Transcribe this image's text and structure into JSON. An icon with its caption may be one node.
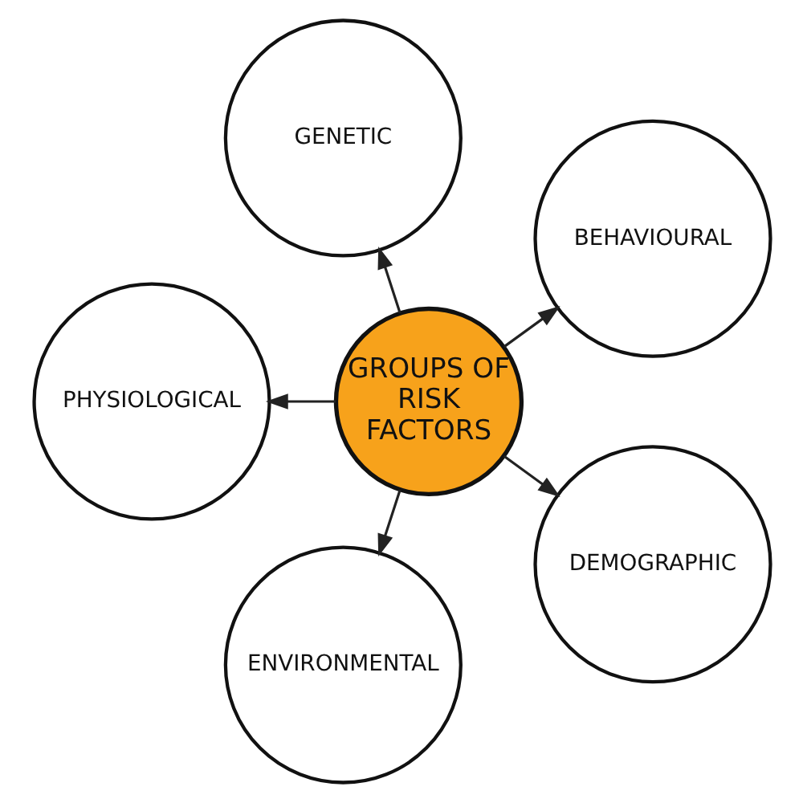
{
  "diagram": {
    "nodes": [
      {
        "text": [
          "GROUPS OF RISK FACTORS"
        ]
      },
      {
        "text": [
          "BEHAVIOURAL"
        ]
      },
      {
        "text": [
          "GENETIC"
        ]
      },
      {
        "text": [
          "PHYSIOLOGICAL"
        ]
      },
      {
        "text": [
          "ENVIRONMENTAL"
        ]
      },
      {
        "text": [
          "DEMOGRAPHIC"
        ]
      }
    ],
    "edges": [
      {
        "from": 0,
        "to": 1,
        "arrow": "to"
      },
      {
        "from": 0,
        "to": 2,
        "arrow": "to"
      },
      {
        "from": 0,
        "to": 3,
        "arrow": "to"
      },
      {
        "from": 0,
        "to": 4,
        "arrow": "to"
      },
      {
        "from": 0,
        "to": 5,
        "arrow": "to"
      }
    ]
  }
}
